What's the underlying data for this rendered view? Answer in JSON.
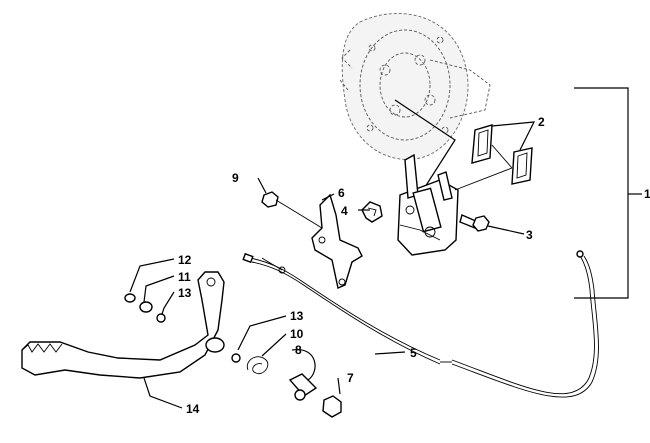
{
  "diagram": {
    "callouts": [
      {
        "id": "c1",
        "label": "1"
      },
      {
        "id": "c2",
        "label": "2"
      },
      {
        "id": "c3",
        "label": "3"
      },
      {
        "id": "c4",
        "label": "4"
      },
      {
        "id": "c5",
        "label": "5"
      },
      {
        "id": "c6",
        "label": "6"
      },
      {
        "id": "c7",
        "label": "7"
      },
      {
        "id": "c8",
        "label": "8"
      },
      {
        "id": "c9",
        "label": "9"
      },
      {
        "id": "c10",
        "label": "10"
      },
      {
        "id": "c11",
        "label": "11"
      },
      {
        "id": "c12",
        "label": "12"
      },
      {
        "id": "c13a",
        "label": "13"
      },
      {
        "id": "c13b",
        "label": "13"
      },
      {
        "id": "c14",
        "label": "14"
      }
    ]
  }
}
